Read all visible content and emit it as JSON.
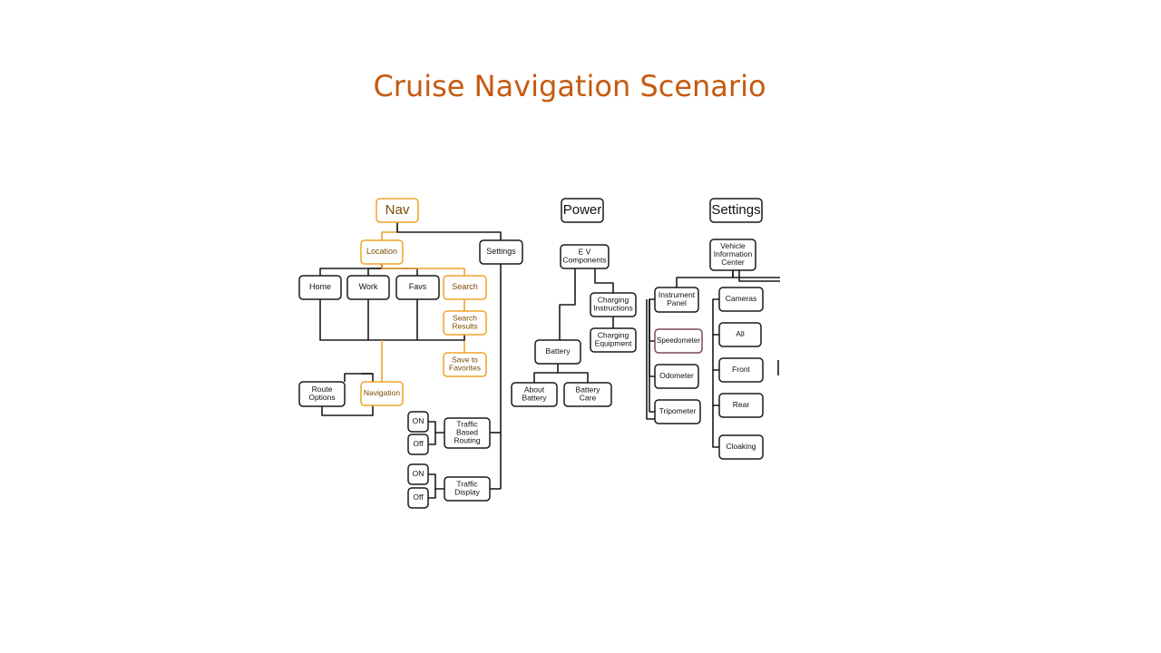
{
  "page": {
    "title": "Cruise Navigation Scenario"
  },
  "colors": {
    "highlight": "#f0a42a",
    "highlight_text": "#7a4a00",
    "normal": "#1a1a1a",
    "accent_border": "#7a4a5a",
    "title": "#c55a11"
  },
  "diagram": {
    "nodes": [
      {
        "id": "nav",
        "label": "Nav",
        "highlight": true,
        "level": "header"
      },
      {
        "id": "power",
        "label": "Power",
        "level": "header"
      },
      {
        "id": "settings-root",
        "label": "Settings",
        "level": "header"
      },
      {
        "id": "location",
        "label": "Location",
        "highlight": true
      },
      {
        "id": "nav-settings",
        "label": "Settings"
      },
      {
        "id": "home",
        "label": "Home"
      },
      {
        "id": "work",
        "label": "Work"
      },
      {
        "id": "favs",
        "label": "Favs"
      },
      {
        "id": "search",
        "label": "Search",
        "highlight": true
      },
      {
        "id": "search-results",
        "label": "Search\nResults",
        "highlight": true
      },
      {
        "id": "save-favorites",
        "label": "Save to\nFavorites",
        "highlight": true
      },
      {
        "id": "route-options",
        "label": "Route\nOptions"
      },
      {
        "id": "navigation",
        "label": "Navigation",
        "highlight": true
      },
      {
        "id": "traffic-routing",
        "label": "Traffic\nBased\nRouting"
      },
      {
        "id": "tr-on",
        "label": "ON"
      },
      {
        "id": "tr-off",
        "label": "Off"
      },
      {
        "id": "traffic-display",
        "label": "Traffic\nDisplay"
      },
      {
        "id": "td-on",
        "label": "ON"
      },
      {
        "id": "td-off",
        "label": "Off"
      },
      {
        "id": "ev-components",
        "label": "E V\nComponents"
      },
      {
        "id": "charging-instructions",
        "label": "Charging\nInstructions"
      },
      {
        "id": "charging-equipment",
        "label": "Charging\nEquipment"
      },
      {
        "id": "battery",
        "label": "Battery"
      },
      {
        "id": "about-battery",
        "label": "About\nBattery"
      },
      {
        "id": "battery-care",
        "label": "Battery\nCare"
      },
      {
        "id": "vehicle-info",
        "label": "Vehicle\nInformation\nCenter"
      },
      {
        "id": "instrument-panel",
        "label": "Instrument\nPanel"
      },
      {
        "id": "speedometer",
        "label": "Speedometer",
        "accent": true
      },
      {
        "id": "odometer",
        "label": "Odometer"
      },
      {
        "id": "tripometer",
        "label": "Tripometer"
      },
      {
        "id": "cameras",
        "label": "Cameras"
      },
      {
        "id": "cam-all",
        "label": "All"
      },
      {
        "id": "cam-front",
        "label": "Front"
      },
      {
        "id": "cam-rear",
        "label": "Rear"
      },
      {
        "id": "cam-cloaking",
        "label": "Cloaking"
      }
    ],
    "edges": [
      [
        "nav",
        "location"
      ],
      [
        "nav",
        "nav-settings"
      ],
      [
        "location",
        "home"
      ],
      [
        "location",
        "work"
      ],
      [
        "location",
        "favs"
      ],
      [
        "location",
        "search"
      ],
      [
        "search",
        "search-results"
      ],
      [
        "search-results",
        "save-favorites"
      ],
      [
        "search-results",
        "navigation"
      ],
      [
        "home",
        "navigation"
      ],
      [
        "work",
        "navigation"
      ],
      [
        "favs",
        "navigation"
      ],
      [
        "route-options",
        "navigation"
      ],
      [
        "nav-settings",
        "traffic-routing"
      ],
      [
        "nav-settings",
        "traffic-display"
      ],
      [
        "traffic-routing",
        "tr-on"
      ],
      [
        "traffic-routing",
        "tr-off"
      ],
      [
        "traffic-display",
        "td-on"
      ],
      [
        "traffic-display",
        "td-off"
      ],
      [
        "ev-components",
        "charging-instructions"
      ],
      [
        "charging-instructions",
        "charging-equipment"
      ],
      [
        "ev-components",
        "battery"
      ],
      [
        "battery",
        "about-battery"
      ],
      [
        "battery",
        "battery-care"
      ],
      [
        "vehicle-info",
        "instrument-panel"
      ],
      [
        "vehicle-info",
        "cameras"
      ],
      [
        "instrument-panel",
        "speedometer"
      ],
      [
        "instrument-panel",
        "odometer"
      ],
      [
        "instrument-panel",
        "tripometer"
      ],
      [
        "cameras",
        "cam-all"
      ],
      [
        "cameras",
        "cam-front"
      ],
      [
        "cameras",
        "cam-rear"
      ],
      [
        "cameras",
        "cam-cloaking"
      ]
    ]
  }
}
